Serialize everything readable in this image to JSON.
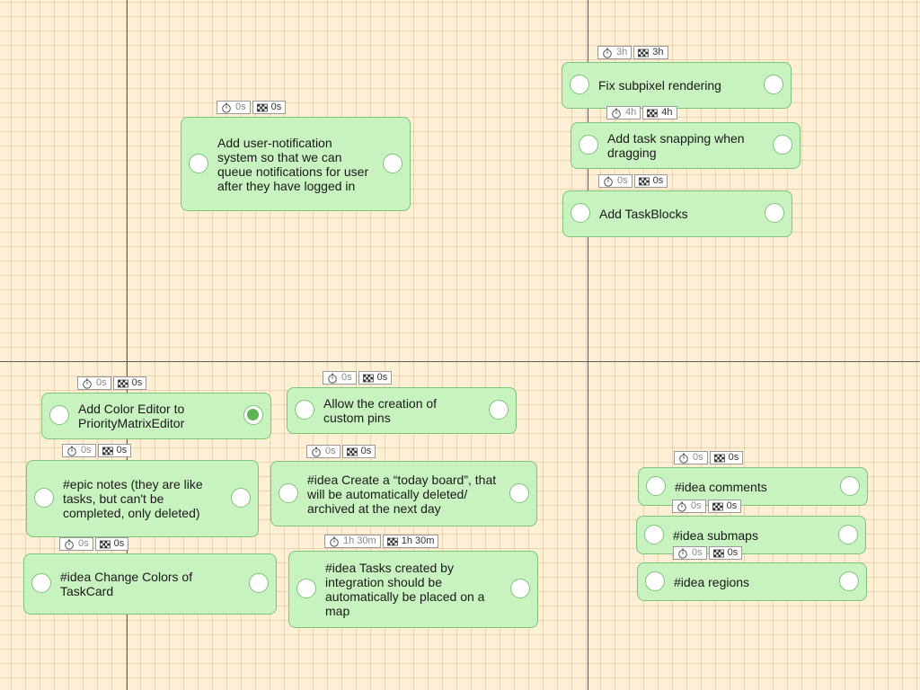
{
  "tasks": [
    {
      "text": "Add user-notification system so that we can queue notifications for user after they have logged in",
      "estimate": "0s",
      "spent": "0s"
    },
    {
      "text": "Fix subpixel rendering",
      "estimate": "3h",
      "spent": "3h"
    },
    {
      "text": "Add task snapping when dragging",
      "estimate": "4h",
      "spent": "4h"
    },
    {
      "text": "Add TaskBlocks",
      "estimate": "0s",
      "spent": "0s"
    },
    {
      "text": "Add Color Editor to PriorityMatrixEditor",
      "estimate": "0s",
      "spent": "0s",
      "right_pin_connected": true
    },
    {
      "text": "Allow the creation of custom pins",
      "estimate": "0s",
      "spent": "0s"
    },
    {
      "text": "#epic notes (they are like tasks, but can't be completed, only deleted)",
      "estimate": "0s",
      "spent": "0s"
    },
    {
      "text": "#idea Create a “today board”, that will be automatically deleted/ archived at the next day",
      "estimate": "0s",
      "spent": "0s"
    },
    {
      "text": "#idea Change Colors of TaskCard",
      "estimate": "0s",
      "spent": "0s"
    },
    {
      "text": "#idea Tasks created by integration should be automatically be placed on a map",
      "estimate": "1h 30m",
      "spent": "1h 30m"
    },
    {
      "text": "#idea comments",
      "estimate": "0s",
      "spent": "0s"
    },
    {
      "text": "#idea submaps",
      "estimate": "0s",
      "spent": "0s"
    },
    {
      "text": "#idea regions",
      "estimate": "0s",
      "spent": "0s"
    }
  ],
  "icons": {
    "estimate": "stopwatch-icon",
    "spent": "checkered-flag-icon"
  },
  "colors": {
    "card": "#c8f2bf",
    "card_border": "#7fc479",
    "background": "#fdf0d7",
    "axis": "#5a5a5a"
  }
}
